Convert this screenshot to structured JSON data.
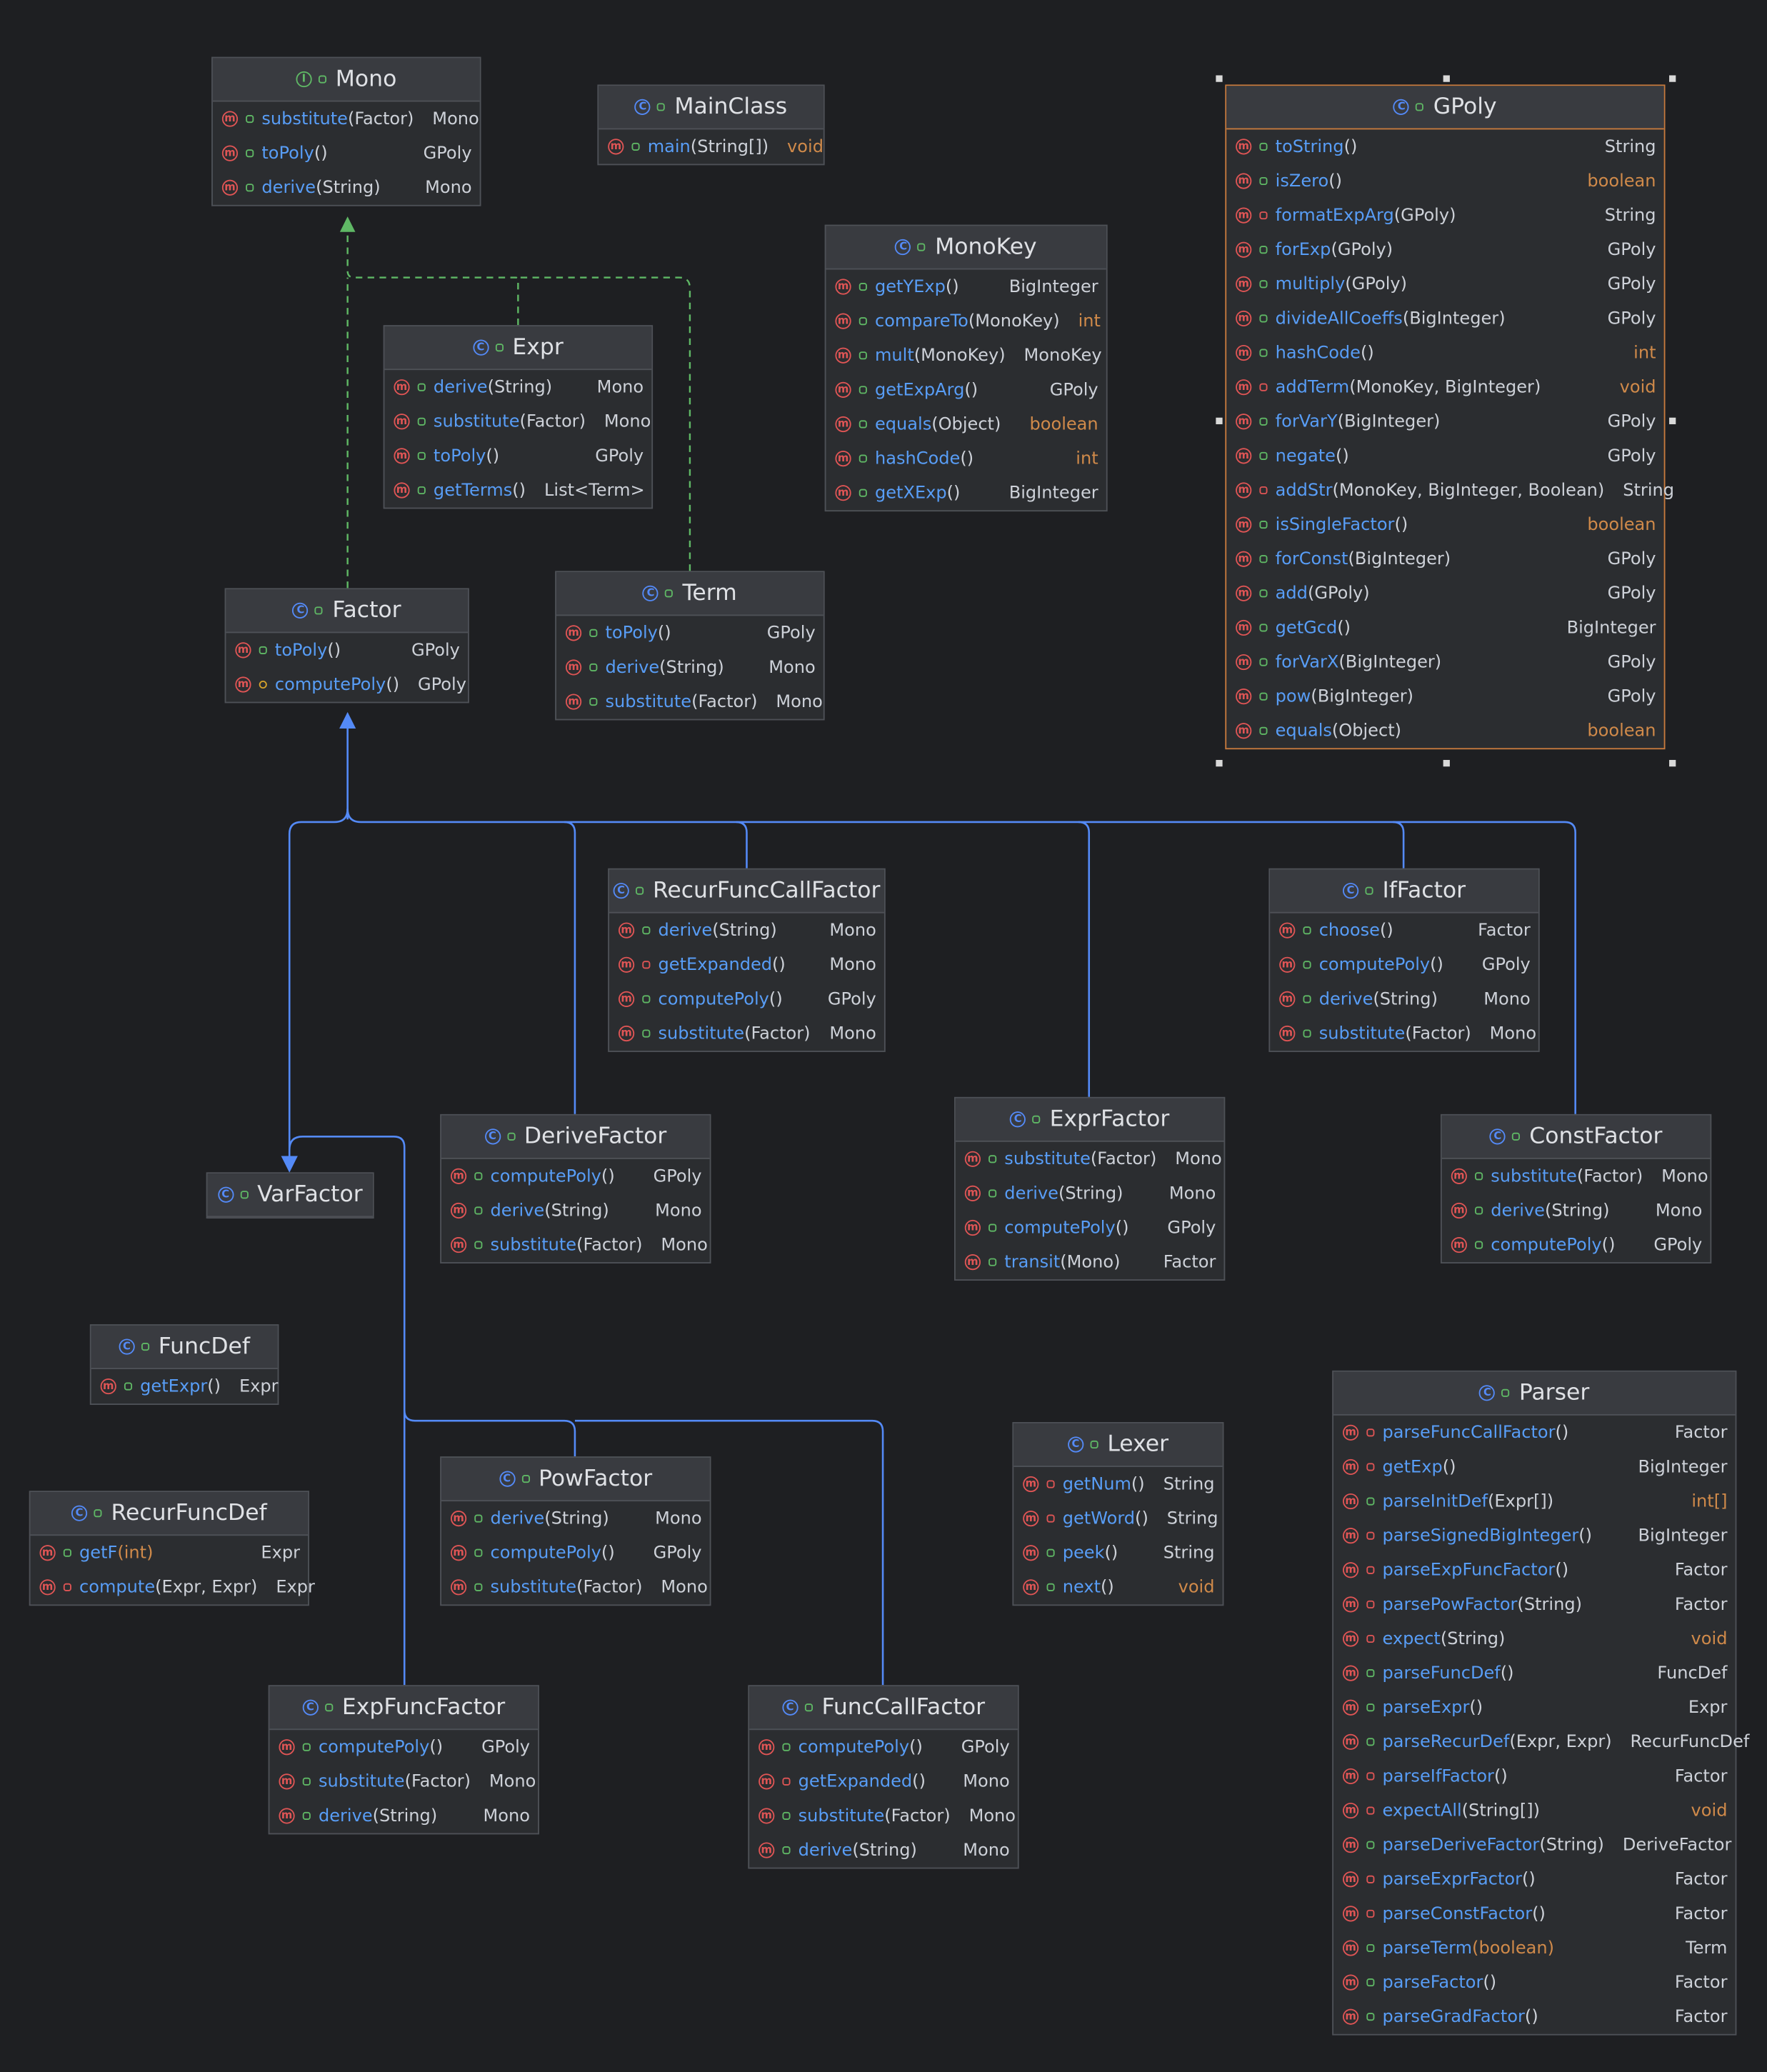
{
  "diagram": {
    "classes": [
      {
        "id": "mono",
        "title": "Mono",
        "kind": "interface",
        "members": [
          {
            "name": "substitute",
            "params": "(Factor)",
            "ret": "Mono",
            "vis": "public"
          },
          {
            "name": "toPoly",
            "params": "()",
            "ret": "GPoly",
            "vis": "public"
          },
          {
            "name": "derive",
            "params": "(String)",
            "ret": "Mono",
            "vis": "public"
          }
        ]
      },
      {
        "id": "mainclass",
        "title": "MainClass",
        "kind": "class",
        "members": [
          {
            "name": "main",
            "params": "(String[])",
            "ret": "void",
            "ret_kw": true,
            "vis": "public",
            "static": true
          }
        ]
      },
      {
        "id": "monokey",
        "title": "MonoKey",
        "kind": "class",
        "members": [
          {
            "name": "getYExp",
            "params": "()",
            "ret": "BigInteger",
            "vis": "public"
          },
          {
            "name": "compareTo",
            "params": "(MonoKey)",
            "ret": "int",
            "ret_kw": true,
            "vis": "public"
          },
          {
            "name": "mult",
            "params": "(MonoKey)",
            "ret": "MonoKey",
            "vis": "public"
          },
          {
            "name": "getExpArg",
            "params": "()",
            "ret": "GPoly",
            "vis": "public"
          },
          {
            "name": "equals",
            "params": "(Object)",
            "ret": "boolean",
            "ret_kw": true,
            "vis": "public"
          },
          {
            "name": "hashCode",
            "params": "()",
            "ret": "int",
            "ret_kw": true,
            "vis": "public"
          },
          {
            "name": "getXExp",
            "params": "()",
            "ret": "BigInteger",
            "vis": "public"
          }
        ]
      },
      {
        "id": "expr",
        "title": "Expr",
        "kind": "class",
        "members": [
          {
            "name": "derive",
            "params": "(String)",
            "ret": "Mono",
            "vis": "public"
          },
          {
            "name": "substitute",
            "params": "(Factor)",
            "ret": "Mono",
            "vis": "public"
          },
          {
            "name": "toPoly",
            "params": "()",
            "ret": "GPoly",
            "vis": "public"
          },
          {
            "name": "getTerms",
            "params": "()",
            "ret": "List<Term>",
            "vis": "public"
          }
        ]
      },
      {
        "id": "factor",
        "title": "Factor",
        "kind": "class",
        "members": [
          {
            "name": "toPoly",
            "params": "()",
            "ret": "GPoly",
            "vis": "public"
          },
          {
            "name": "computePoly",
            "params": "()",
            "ret": "GPoly",
            "vis": "protected"
          }
        ]
      },
      {
        "id": "term",
        "title": "Term",
        "kind": "class",
        "members": [
          {
            "name": "toPoly",
            "params": "()",
            "ret": "GPoly",
            "vis": "public"
          },
          {
            "name": "derive",
            "params": "(String)",
            "ret": "Mono",
            "vis": "public"
          },
          {
            "name": "substitute",
            "params": "(Factor)",
            "ret": "Mono",
            "vis": "public"
          }
        ]
      },
      {
        "id": "gpoly",
        "title": "GPoly",
        "kind": "class",
        "selected": true,
        "members": [
          {
            "name": "toString",
            "params": "()",
            "ret": "String",
            "vis": "public"
          },
          {
            "name": "isZero",
            "params": "()",
            "ret": "boolean",
            "ret_kw": true,
            "vis": "public"
          },
          {
            "name": "formatExpArg",
            "params": "(GPoly)",
            "ret": "String",
            "vis": "private"
          },
          {
            "name": "forExp",
            "params": "(GPoly)",
            "ret": "GPoly",
            "vis": "public",
            "static": true
          },
          {
            "name": "multiply",
            "params": "(GPoly)",
            "ret": "GPoly",
            "vis": "public"
          },
          {
            "name": "divideAllCoeffs",
            "params": "(BigInteger)",
            "ret": "GPoly",
            "vis": "public"
          },
          {
            "name": "hashCode",
            "params": "()",
            "ret": "int",
            "ret_kw": true,
            "vis": "public"
          },
          {
            "name": "addTerm",
            "params": "(MonoKey, BigInteger)",
            "ret": "void",
            "ret_kw": true,
            "vis": "private"
          },
          {
            "name": "forVarY",
            "params": "(BigInteger)",
            "ret": "GPoly",
            "vis": "public",
            "static": true
          },
          {
            "name": "negate",
            "params": "()",
            "ret": "GPoly",
            "vis": "public"
          },
          {
            "name": "addStr",
            "params": "(MonoKey, BigInteger, Boolean)",
            "ret": "String",
            "vis": "private"
          },
          {
            "name": "isSingleFactor",
            "params": "()",
            "ret": "boolean",
            "ret_kw": true,
            "vis": "public"
          },
          {
            "name": "forConst",
            "params": "(BigInteger)",
            "ret": "GPoly",
            "vis": "public",
            "static": true
          },
          {
            "name": "add",
            "params": "(GPoly)",
            "ret": "GPoly",
            "vis": "public"
          },
          {
            "name": "getGcd",
            "params": "()",
            "ret": "BigInteger",
            "vis": "public"
          },
          {
            "name": "forVarX",
            "params": "(BigInteger)",
            "ret": "GPoly",
            "vis": "public",
            "static": true
          },
          {
            "name": "pow",
            "params": "(BigInteger)",
            "ret": "GPoly",
            "vis": "public"
          },
          {
            "name": "equals",
            "params": "(Object)",
            "ret": "boolean",
            "ret_kw": true,
            "vis": "public"
          }
        ]
      },
      {
        "id": "recurfunccallfactor",
        "title": "RecurFuncCallFactor",
        "kind": "class",
        "members": [
          {
            "name": "derive",
            "params": "(String)",
            "ret": "Mono",
            "vis": "public"
          },
          {
            "name": "getExpanded",
            "params": "()",
            "ret": "Mono",
            "vis": "private"
          },
          {
            "name": "computePoly",
            "params": "()",
            "ret": "GPoly",
            "vis": "public"
          },
          {
            "name": "substitute",
            "params": "(Factor)",
            "ret": "Mono",
            "vis": "public"
          }
        ]
      },
      {
        "id": "iffactor",
        "title": "IfFactor",
        "kind": "class",
        "members": [
          {
            "name": "choose",
            "params": "()",
            "ret": "Factor",
            "vis": "public"
          },
          {
            "name": "computePoly",
            "params": "()",
            "ret": "GPoly",
            "vis": "public"
          },
          {
            "name": "derive",
            "params": "(String)",
            "ret": "Mono",
            "vis": "public"
          },
          {
            "name": "substitute",
            "params": "(Factor)",
            "ret": "Mono",
            "vis": "public"
          }
        ]
      },
      {
        "id": "varfactor",
        "title": "VarFactor",
        "kind": "class",
        "members": []
      },
      {
        "id": "derivefactor",
        "title": "DeriveFactor",
        "kind": "class",
        "members": [
          {
            "name": "computePoly",
            "params": "()",
            "ret": "GPoly",
            "vis": "public"
          },
          {
            "name": "derive",
            "params": "(String)",
            "ret": "Mono",
            "vis": "public"
          },
          {
            "name": "substitute",
            "params": "(Factor)",
            "ret": "Mono",
            "vis": "public"
          }
        ]
      },
      {
        "id": "exprfactor",
        "title": "ExprFactor",
        "kind": "class",
        "members": [
          {
            "name": "substitute",
            "params": "(Factor)",
            "ret": "Mono",
            "vis": "public"
          },
          {
            "name": "derive",
            "params": "(String)",
            "ret": "Mono",
            "vis": "public"
          },
          {
            "name": "computePoly",
            "params": "()",
            "ret": "GPoly",
            "vis": "public"
          },
          {
            "name": "transit",
            "params": "(Mono)",
            "ret": "Factor",
            "vis": "public",
            "static": true
          }
        ]
      },
      {
        "id": "constfactor",
        "title": "ConstFactor",
        "kind": "class",
        "members": [
          {
            "name": "substitute",
            "params": "(Factor)",
            "ret": "Mono",
            "vis": "public"
          },
          {
            "name": "derive",
            "params": "(String)",
            "ret": "Mono",
            "vis": "public"
          },
          {
            "name": "computePoly",
            "params": "()",
            "ret": "GPoly",
            "vis": "public"
          }
        ]
      },
      {
        "id": "funcdef",
        "title": "FuncDef",
        "kind": "class",
        "members": [
          {
            "name": "getExpr",
            "params": "()",
            "ret": "Expr",
            "vis": "public"
          }
        ]
      },
      {
        "id": "parser",
        "title": "Parser",
        "kind": "class",
        "members": [
          {
            "name": "parseFuncCallFactor",
            "params": "()",
            "ret": "Factor",
            "vis": "private"
          },
          {
            "name": "getExp",
            "params": "()",
            "ret": "BigInteger",
            "vis": "private"
          },
          {
            "name": "parseInitDef",
            "params": "(Expr[])",
            "ret": "int[]",
            "ret_kw": true,
            "vis": "public"
          },
          {
            "name": "parseSignedBigInteger",
            "params": "()",
            "ret": "BigInteger",
            "vis": "private"
          },
          {
            "name": "parseExpFuncFactor",
            "params": "()",
            "ret": "Factor",
            "vis": "private"
          },
          {
            "name": "parsePowFactor",
            "params": "(String)",
            "ret": "Factor",
            "vis": "private"
          },
          {
            "name": "expect",
            "params": "(String)",
            "ret": "void",
            "ret_kw": true,
            "vis": "private"
          },
          {
            "name": "parseFuncDef",
            "params": "()",
            "ret": "FuncDef",
            "vis": "public"
          },
          {
            "name": "parseExpr",
            "params": "()",
            "ret": "Expr",
            "vis": "public"
          },
          {
            "name": "parseRecurDef",
            "params": "(Expr, Expr)",
            "ret": "RecurFuncDef",
            "vis": "public"
          },
          {
            "name": "parseIfFactor",
            "params": "()",
            "ret": "Factor",
            "vis": "private"
          },
          {
            "name": "expectAll",
            "params": "(String[])",
            "ret": "void",
            "ret_kw": true,
            "vis": "private"
          },
          {
            "name": "parseDeriveFactor",
            "params": "(String)",
            "ret": "DeriveFactor",
            "vis": "public"
          },
          {
            "name": "parseExprFactor",
            "params": "()",
            "ret": "Factor",
            "vis": "private"
          },
          {
            "name": "parseConstFactor",
            "params": "()",
            "ret": "Factor",
            "vis": "private"
          },
          {
            "name": "parseTerm",
            "params": "(boolean)",
            "ret": "Term",
            "vis": "public",
            "params_kw": true
          },
          {
            "name": "parseFactor",
            "params": "()",
            "ret": "Factor",
            "vis": "public"
          },
          {
            "name": "parseGradFactor",
            "params": "()",
            "ret": "Factor",
            "vis": "public"
          }
        ]
      },
      {
        "id": "recurfuncdef",
        "title": "RecurFuncDef",
        "kind": "class",
        "members": [
          {
            "name": "getF",
            "params": "(int)",
            "ret": "Expr",
            "vis": "public",
            "params_kw": true
          },
          {
            "name": "compute",
            "params": "(Expr, Expr)",
            "ret": "Expr",
            "vis": "private"
          }
        ]
      },
      {
        "id": "powfactor",
        "title": "PowFactor",
        "kind": "class",
        "members": [
          {
            "name": "derive",
            "params": "(String)",
            "ret": "Mono",
            "vis": "public"
          },
          {
            "name": "computePoly",
            "params": "()",
            "ret": "GPoly",
            "vis": "public"
          },
          {
            "name": "substitute",
            "params": "(Factor)",
            "ret": "Mono",
            "vis": "public"
          }
        ]
      },
      {
        "id": "lexer",
        "title": "Lexer",
        "kind": "class",
        "members": [
          {
            "name": "getNum",
            "params": "()",
            "ret": "String",
            "vis": "private"
          },
          {
            "name": "getWord",
            "params": "()",
            "ret": "String",
            "vis": "private"
          },
          {
            "name": "peek",
            "params": "()",
            "ret": "String",
            "vis": "public"
          },
          {
            "name": "next",
            "params": "()",
            "ret": "void",
            "ret_kw": true,
            "vis": "public"
          }
        ]
      },
      {
        "id": "expfuncfactor",
        "title": "ExpFuncFactor",
        "kind": "class",
        "members": [
          {
            "name": "computePoly",
            "params": "()",
            "ret": "GPoly",
            "vis": "public"
          },
          {
            "name": "substitute",
            "params": "(Factor)",
            "ret": "Mono",
            "vis": "public"
          },
          {
            "name": "derive",
            "params": "(String)",
            "ret": "Mono",
            "vis": "public"
          }
        ]
      },
      {
        "id": "funccallfactor",
        "title": "FuncCallFactor",
        "kind": "class",
        "members": [
          {
            "name": "computePoly",
            "params": "()",
            "ret": "GPoly",
            "vis": "public"
          },
          {
            "name": "getExpanded",
            "params": "()",
            "ret": "Mono",
            "vis": "private"
          },
          {
            "name": "substitute",
            "params": "(Factor)",
            "ret": "Mono",
            "vis": "public"
          },
          {
            "name": "derive",
            "params": "(String)",
            "ret": "Mono",
            "vis": "public"
          }
        ]
      }
    ],
    "relations": [
      {
        "from": "expr",
        "to": "mono",
        "type": "implements"
      },
      {
        "from": "term",
        "to": "mono",
        "type": "implements"
      },
      {
        "from": "factor",
        "to": "mono",
        "type": "implements"
      },
      {
        "from": "varfactor",
        "to": "factor",
        "type": "extends"
      },
      {
        "from": "derivefactor",
        "to": "factor",
        "type": "extends"
      },
      {
        "from": "recurfunccallfactor",
        "to": "factor",
        "type": "extends"
      },
      {
        "from": "exprfactor",
        "to": "factor",
        "type": "extends"
      },
      {
        "from": "iffactor",
        "to": "factor",
        "type": "extends"
      },
      {
        "from": "constfactor",
        "to": "factor",
        "type": "extends"
      },
      {
        "from": "expfuncfactor",
        "to": "varfactor",
        "type": "extends"
      },
      {
        "from": "powfactor",
        "to": "varfactor",
        "type": "extends"
      },
      {
        "from": "funccallfactor",
        "to": "varfactor",
        "type": "extends"
      }
    ],
    "colors": {
      "extends": "#548af7",
      "implements": "#5fb865",
      "keyword": "#d08a4a",
      "method": "#589df6",
      "selection": "#c77a3d"
    }
  }
}
